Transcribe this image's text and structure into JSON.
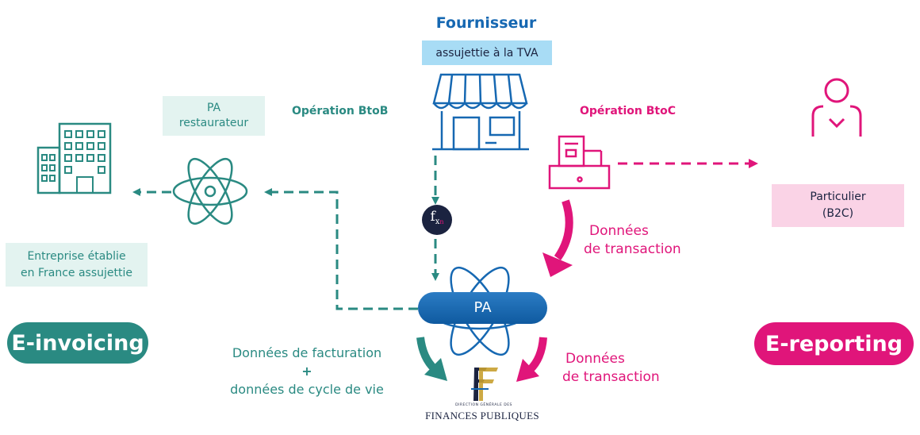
{
  "supplier": {
    "title": "Fournisseur",
    "subtitle": "assujettie à la TVA"
  },
  "btob": {
    "operation_label": "Opération BtoB",
    "pa_box": {
      "line1": "PA",
      "line2": "restaurateur"
    },
    "company_box": {
      "line1": "Entreprise établie",
      "line2": "en France assujettie"
    },
    "pill_label": "E-invoicing"
  },
  "btoc": {
    "operation_label": "Opération BtoC",
    "customer_box": {
      "line1": "Particulier",
      "line2": "(B2C)"
    },
    "pill_label": "E-reporting"
  },
  "flows": {
    "transaction_data_top": {
      "line1": "Données",
      "line2": "de transaction"
    },
    "transaction_data_bottom": {
      "line1": "Données",
      "line2": "de transaction"
    },
    "invoicing_data": {
      "line1": "Données de facturation",
      "plus": "+",
      "line2": "données de cycle de vie"
    }
  },
  "central_platform": {
    "label": "PA"
  },
  "fx_badge": {
    "main": "f",
    "sub": "x",
    "subsub": "n"
  },
  "dgfip": {
    "small_line": "DIRECTION GÉNÉRALE DES",
    "big_line": "FINANCES PUBLIQUES"
  },
  "colors": {
    "teal": "#2a8a82",
    "teal_light_bg": "#e3f3f0",
    "blue": "#1668b2",
    "supplier_box_bg": "#a8dcf5",
    "pink": "#e0157a",
    "pink_light_bg": "#fad3e6",
    "navy": "#1b2340"
  }
}
